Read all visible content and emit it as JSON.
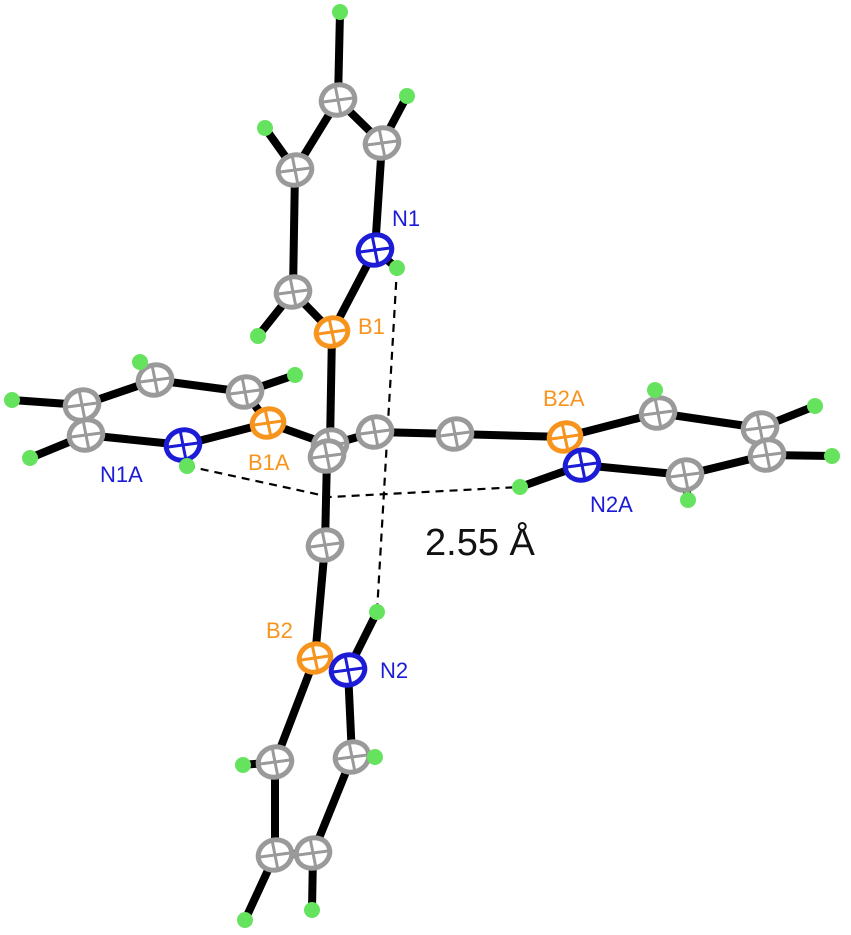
{
  "title": "Molecular structure (ORTEP) with H···H contacts",
  "atom_labels": {
    "N1": "N1",
    "B1": "B1",
    "B2A": "B2A",
    "N2A": "N2A",
    "N1A": "N1A",
    "B1A": "B1A",
    "B2": "B2",
    "N2": "N2"
  },
  "contact_distance": "2.55 Å",
  "colors": {
    "boron": "#f7941d",
    "nitrogen": "#1c1cd6",
    "hydrogen": "#66e35e",
    "carbon": "#9a9a9a",
    "bond": "#000000"
  }
}
